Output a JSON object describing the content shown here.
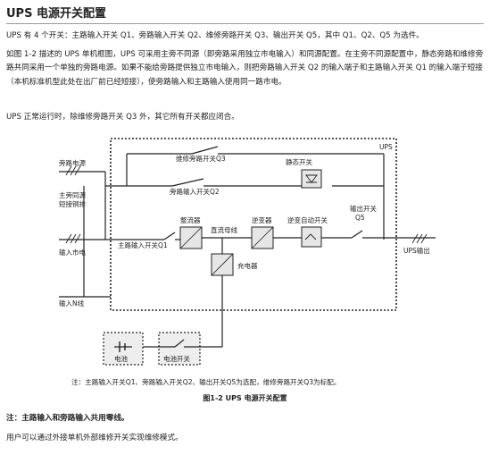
{
  "title": "UPS 电源开关配置",
  "paragraphs": [
    "UPS 有 4 个开关：主路输入开关 Q1、旁路输入开关 Q2、维修旁路开关 Q3、输出开关 Q5，其中 Q1、Q2、Q5 为选件。",
    "如图 1-2 描述的 UPS 单机框图，UPS 可采用主旁不同源（即旁路采用独立市电输入）和同源配置。在主旁不同源配置中，静态旁路和维修旁路共同采用一个单独的旁路电源。如果不能给旁路提供独立市电输入，则把旁路输入开关 Q2 的输入端子和主路输入开关 Q1 的输入端子短接（本机标准机型此处在出厂前已经短接），使旁路输入和主路输入使用同一路市电。",
    "UPS 正常运行时，除维修旁路开关 Q3 外，其它所有开关都应闭合。"
  ],
  "diagram": {
    "labels": {
      "ups": "UPS",
      "bypass_power": "旁路电源",
      "same_source_link": [
        "主旁同源",
        "短接铜排"
      ],
      "maint_bypass": "维修旁路开关Q3",
      "static_switch": "静态开关",
      "bypass_input": "旁路输入开关Q2",
      "output_switch": [
        "输出开关",
        "Q5"
      ],
      "rectifier": "整流器",
      "inverter": "逆变器",
      "auto_switch": "逆变自动开关",
      "dc_bus": "直流母线",
      "main_input_switch": "主路输入开关Q1",
      "mains_input": "输入市电",
      "ups_output": "UPS输出",
      "charger": "充电器",
      "input_n": "输入N线",
      "battery": "电池",
      "battery_switch": "电池开关"
    }
  },
  "caption_note": "注：主路输入开关Q1、旁路输入开关Q2、输出开关Q5为选配，维修旁路开关Q3为标配。",
  "caption_fig": "图1-2   UPS 电源开关配置",
  "note": "注：主路输入和旁路输入共用零线。",
  "last_line": "用户可以通过外接单机外部维修开关实现维修模式。"
}
